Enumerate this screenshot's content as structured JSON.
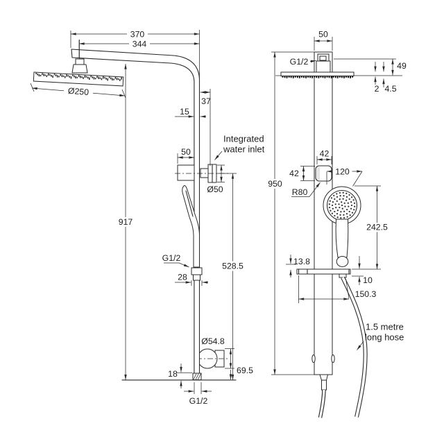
{
  "side_view": {
    "dimensions": {
      "overall_width": "370",
      "arm_projection": "344",
      "head_diameter": "Ø250",
      "rail_depth": "15",
      "inlet_offset": "37",
      "bracket_depth": "50",
      "inlet_diameter": "Ø50",
      "overall_height": "917",
      "hose_nut_width": "28",
      "inlet_to_outlet_height": "528.5",
      "elbow_diameter": "Ø54.8",
      "outlet_thread_length": "18",
      "elbow_to_outlet_height": "69.5",
      "hose_thread": "G1/2",
      "outlet_thread": "G1/2"
    },
    "callouts": {
      "water_inlet": [
        "Integrated",
        "water inlet"
      ]
    }
  },
  "front_view": {
    "dimensions": {
      "rail_width": "50",
      "head_thread": "G1/2",
      "head_connector_height": "49",
      "plate_edge_thickness": "2",
      "plate_thickness": "4.5",
      "overall_height": "950",
      "bracket_width": "42",
      "bracket_height": "42",
      "bracket_corner_radius": "R80",
      "handpiece_offset": "120",
      "handpiece_drop": "242.5",
      "shelf_rise": "13.8",
      "shelf_drop": "10",
      "shelf_length": "150.3"
    },
    "callouts": {
      "hose": [
        "1.5 metre",
        "long hose"
      ]
    }
  }
}
